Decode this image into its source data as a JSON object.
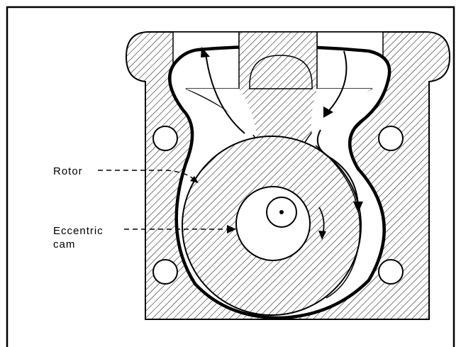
{
  "diagram": {
    "labels": {
      "rotor": "Rotor",
      "cam_line1": "Eccentric",
      "cam_line2": "cam"
    }
  }
}
